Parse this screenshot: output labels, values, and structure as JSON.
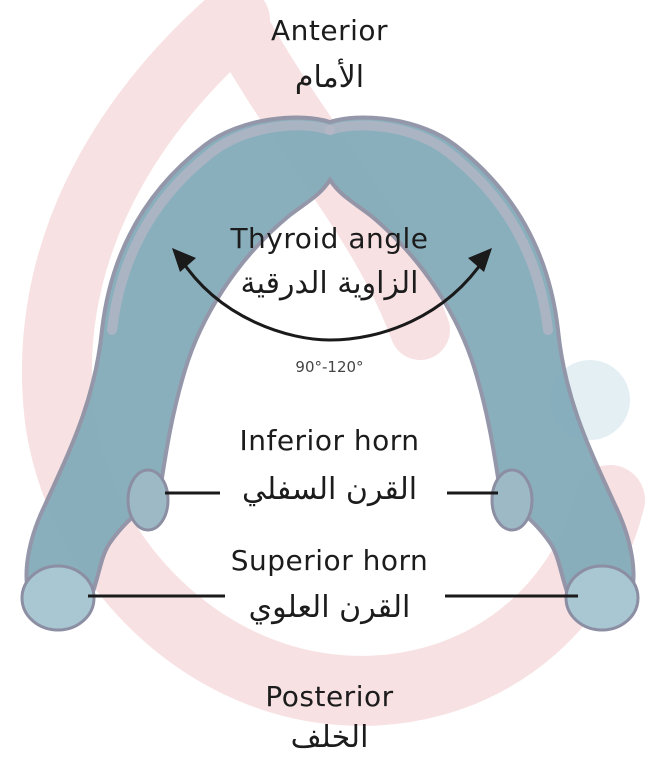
{
  "labels": {
    "anterior_en": "Anterior",
    "anterior_ar": "الأمام",
    "thyroid_angle_en": "Thyroid angle",
    "thyroid_angle_ar": "الزاوية الدرقية",
    "angle_range": "90°-120°",
    "inferior_horn_en": "Inferior horn",
    "inferior_horn_ar": "القرن السفلي",
    "superior_horn_en": "Superior horn",
    "superior_horn_ar": "القرن العلوي",
    "posterior_en": "Posterior",
    "posterior_ar": "الخلف"
  },
  "colors": {
    "cartilage_fill": "#7fa9b8",
    "cartilage_edge": "#8c8fa3",
    "watermark": "#f2c9cc",
    "line": "#1a1a1a"
  }
}
